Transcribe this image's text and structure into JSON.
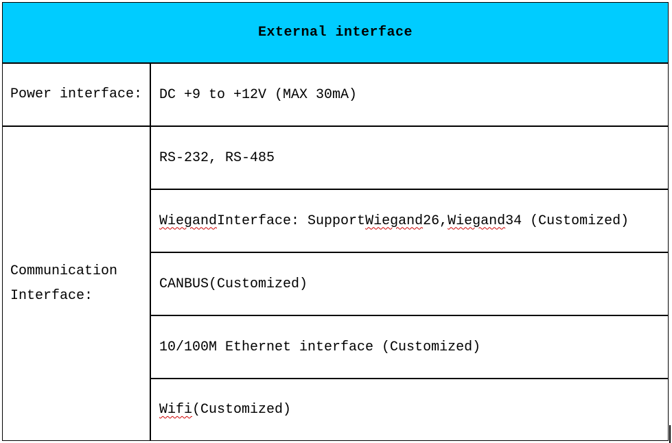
{
  "table": {
    "title": "External interface",
    "power": {
      "label": "Power interface:",
      "value": "DC +9 to +12V (MAX 30mA)"
    },
    "communication": {
      "label_line1": "Communication",
      "label_line2": "Interface:",
      "items": [
        {
          "text": "RS-232, RS-485"
        },
        {
          "part1": "Wiegand",
          "part2": " Interface: Support ",
          "part3": "Wiegand",
          "part4": " 26, ",
          "part5": "Wiegand",
          "part6": " 34 (Customized)"
        },
        {
          "text": "CANBUS(Customized)"
        },
        {
          "text": "10/100M Ethernet interface (Customized)"
        },
        {
          "part1": "Wifi",
          "part2": " (Customized)"
        }
      ]
    }
  }
}
